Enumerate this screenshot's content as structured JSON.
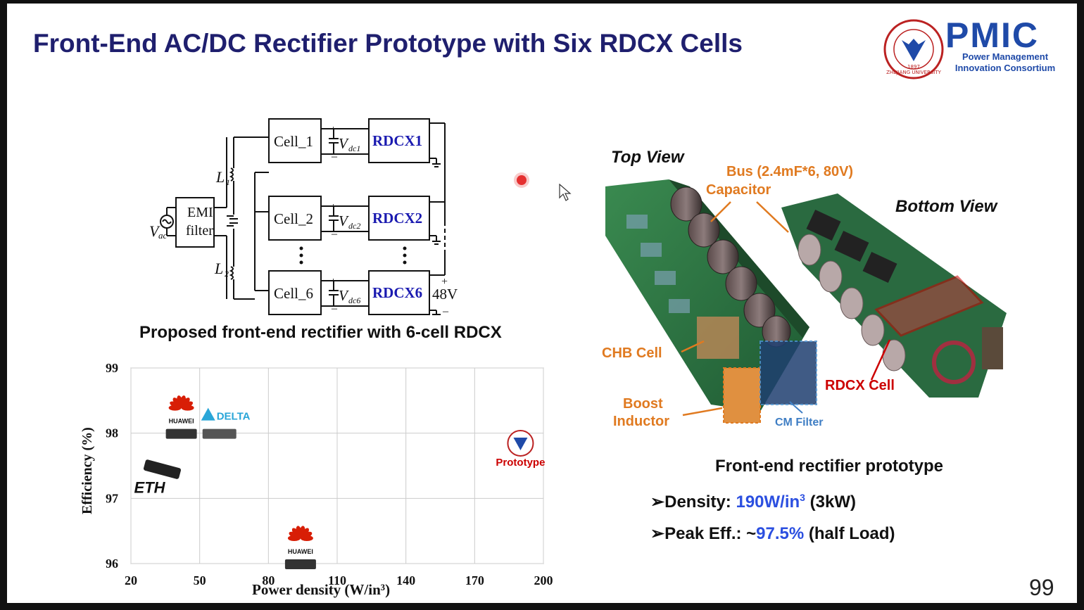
{
  "title": "Front-End AC/DC Rectifier Prototype with Six RDCX Cells",
  "logo": {
    "pmic_word": "PMIC",
    "pmic_line1": "Power Management",
    "pmic_line2": "Innovation Consortium",
    "seal_text": "ZHEJIANG UNIVERSITY",
    "seal_year": "1897"
  },
  "circuit": {
    "source": "V",
    "source_sub": "ac",
    "emi_line1": "EMI",
    "emi_line2": "filter",
    "l1": "L",
    "l1_sub": "1",
    "l2": "L",
    "l2_sub": "2",
    "cells": [
      {
        "cell": "Cell_1",
        "vdc": "V",
        "vdc_sub": "dc1",
        "rdcx": "RDCX1"
      },
      {
        "cell": "Cell_2",
        "vdc": "V",
        "vdc_sub": "dc2",
        "rdcx": "RDCX2"
      },
      {
        "cell": "Cell_6",
        "vdc": "V",
        "vdc_sub": "dc6",
        "rdcx": "RDCX6"
      }
    ],
    "output": "48V",
    "caption": "Proposed front-end rectifier with 6-cell RDCX"
  },
  "chart_data": {
    "type": "scatter",
    "xlabel": "Power density (W/in³)",
    "ylabel": "Efficiency (%)",
    "x_ticks": [
      "20",
      "50",
      "80",
      "110",
      "140",
      "170",
      "200"
    ],
    "y_ticks": [
      "99",
      "98",
      "97",
      "96"
    ],
    "xlim": [
      20,
      200
    ],
    "ylim": [
      96,
      99
    ],
    "grid": true,
    "points": [
      {
        "label": "HUAWEI",
        "x": 42,
        "y": 98.0
      },
      {
        "label": "DELTA",
        "x": 58,
        "y": 98.0
      },
      {
        "label": "ETH",
        "x": 30,
        "y": 97.3
      },
      {
        "label": "HUAWEI",
        "x": 94,
        "y": 96.0
      },
      {
        "label": "Prototype",
        "x": 190,
        "y": 97.5
      }
    ]
  },
  "photo": {
    "top_view": "Top View",
    "bottom_view": "Bottom View",
    "bus_line1": "Bus  (2.4mF*6, 80V)",
    "bus_line2": "Capacitor",
    "chb_cell": "CHB Cell",
    "boost_line1": "Boost",
    "boost_line2": "Inductor",
    "cm_filter": "CM Filter",
    "rdcx_cell": "RDCX Cell",
    "caption": "Front-end rectifier prototype"
  },
  "specs": {
    "density_label": "➢Density: ",
    "density_value": "190W/in",
    "density_sup": "3",
    "density_extra": " (3kW)",
    "eff_label": "➢Peak Eff.: ~",
    "eff_value": "97.5%",
    "eff_extra": " (half Load)"
  },
  "page_number": "99"
}
